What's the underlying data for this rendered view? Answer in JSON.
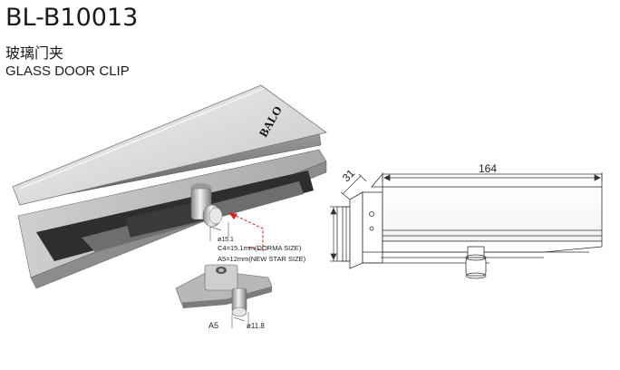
{
  "header": {
    "model": "BL-B10013",
    "name_cn": "玻璃门夹",
    "name_en": "GLASS DOOR CLIP"
  },
  "product": {
    "brand_logo": "BALO",
    "pin_diameter": "ø15.1",
    "spec_c4": "C4=15.1mm(DORMA SIZE)",
    "spec_a5": "A5=12mm(NEW STAR SIZE)"
  },
  "accessory": {
    "label": "A5",
    "pin_diameter": "ø11.8"
  },
  "drawing": {
    "length": "164",
    "width": "31"
  },
  "colors": {
    "annotation_arrow": "#d42020"
  }
}
